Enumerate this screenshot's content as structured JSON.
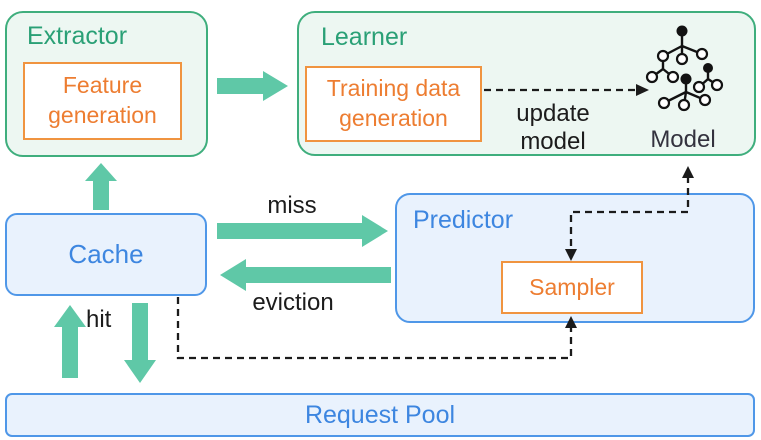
{
  "diagram": {
    "extractor": {
      "title": "Extractor",
      "inner": "Feature generation"
    },
    "learner": {
      "title": "Learner",
      "inner": "Training data generation",
      "model_label": "Model"
    },
    "cache": {
      "title": "Cache"
    },
    "predictor": {
      "title": "Predictor",
      "inner": "Sampler"
    },
    "request_pool": {
      "title": "Request Pool"
    },
    "edge_labels": {
      "miss": "miss",
      "eviction": "eviction",
      "hit": "hit",
      "update_model": "update model"
    }
  },
  "colors": {
    "green_border": "#3fae7d",
    "green_fill": "#edf7f2",
    "green_text": "#2aa076",
    "teal_arrow": "#5fc8a7",
    "blue_border": "#4f97e8",
    "blue_fill": "#e9f2fd",
    "blue_text": "#3d86e0",
    "orange_border": "#f09440",
    "orange_text": "#ed7d31",
    "dashed_line": "#1b1b1b",
    "label_text": "#1c1c1c",
    "model_text": "#33323e"
  }
}
